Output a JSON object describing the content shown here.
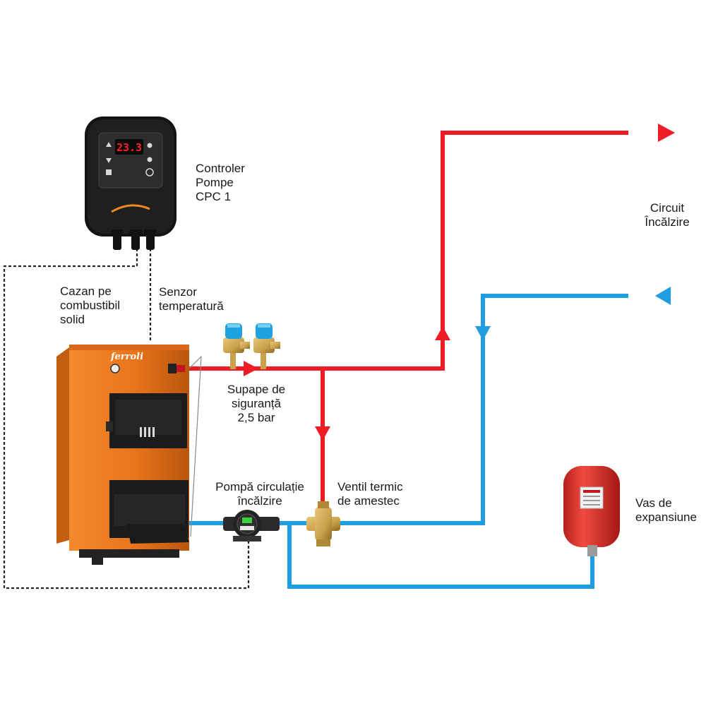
{
  "colors": {
    "hot_pipe": "#ee1c24",
    "cold_pipe": "#1e9ee0",
    "signal_wire": "#222222",
    "boiler_body": "#e8741a",
    "boiler_dark": "#1c1c1c",
    "controller_body": "#111111",
    "display_digits": "#ff2020",
    "brass": "#c9a14a",
    "expansion_vessel": "#e2312c"
  },
  "controller": {
    "display_value": "23.3",
    "label_lines": [
      "Controler",
      "Pompe",
      "CPC 1"
    ]
  },
  "boiler": {
    "brand": "ferroli",
    "label_lines": [
      "Cazan pe",
      "combustibil",
      "solid"
    ]
  },
  "sensor": {
    "label_lines": [
      "Senzor",
      "temperatură"
    ]
  },
  "safety_valves": {
    "label_lines": [
      "Supape de",
      "siguranță",
      "2,5 bar"
    ]
  },
  "pump": {
    "label_lines": [
      "Pompă circulație",
      "încălzire"
    ]
  },
  "mixing_valve": {
    "label_lines": [
      "Ventil termic",
      "de amestec"
    ]
  },
  "heating_circuit": {
    "label_lines": [
      "Circuit",
      "Încălzire"
    ]
  },
  "expansion_vessel": {
    "label_lines": [
      "Vas de",
      "expansiune"
    ]
  }
}
